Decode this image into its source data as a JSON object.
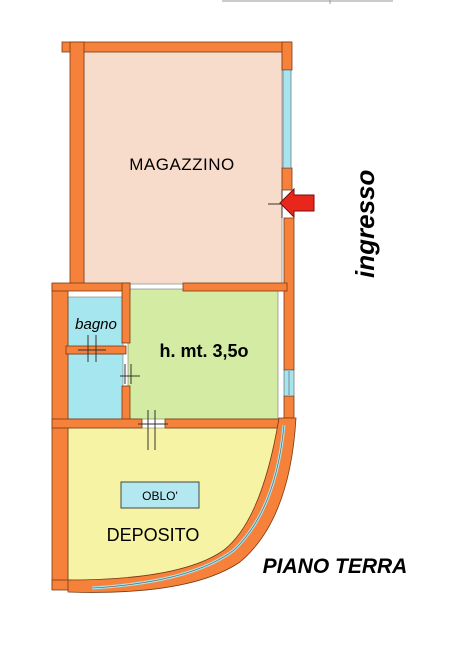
{
  "rooms": {
    "magazzino": "MAGAZZINO",
    "bagno": "bagno",
    "height": "h. mt. 3,5o",
    "deposito": "DEPOSITO",
    "oblo": "OBLO'"
  },
  "labels": {
    "ingresso": "ingresso",
    "floor": "PIANO TERRA"
  },
  "icons": {
    "entrance": "entrance-arrow-icon"
  },
  "colors": {
    "wall": "#f5813a",
    "magazzino": "#f8dccb",
    "hallway": "#d3eba2",
    "bathroom": "#a6e6ee",
    "deposito": "#f6f3a4",
    "window": "#a8e4ee",
    "arrow": "#e8261c"
  }
}
